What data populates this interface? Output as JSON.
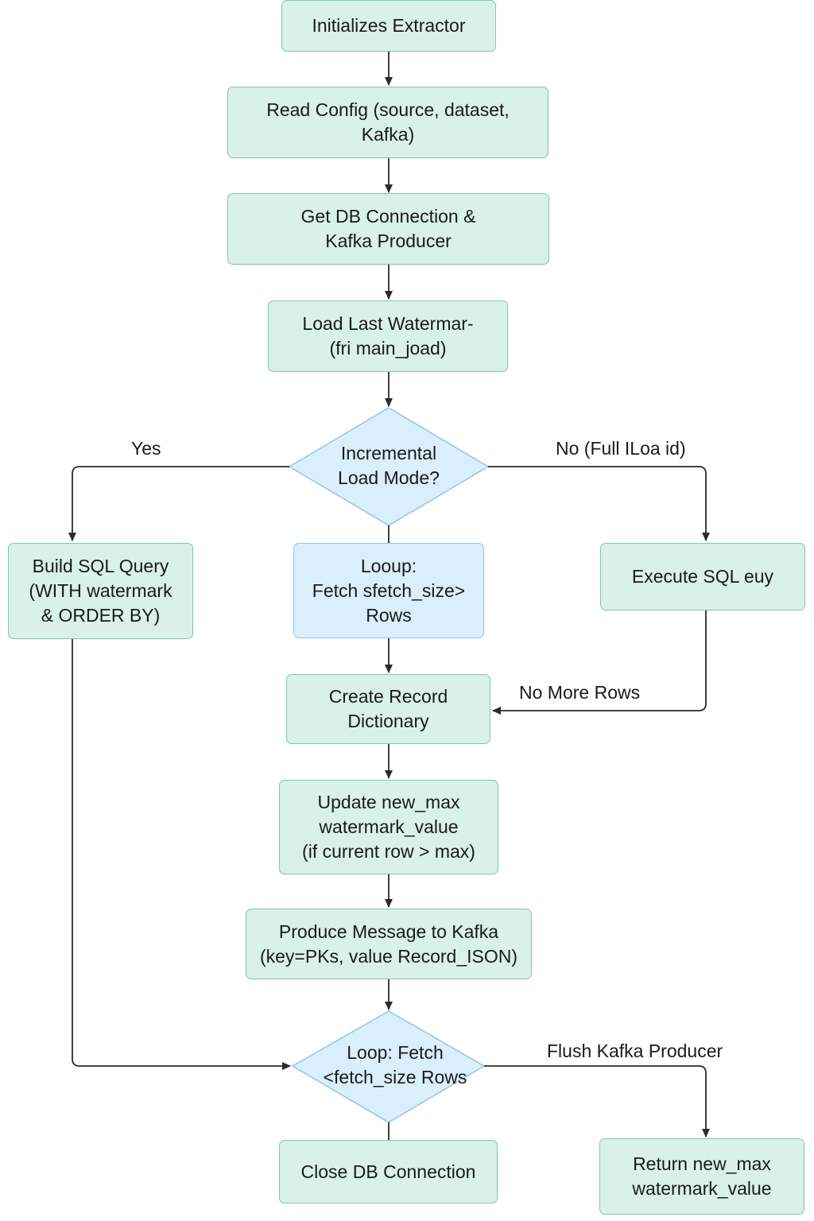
{
  "nodes": {
    "init": [
      "Initializes Extractor"
    ],
    "read_config": [
      "Read Config (source, dataset,",
      "Kafka)"
    ],
    "get_conn": [
      "Get DB Connection &",
      "Kafka Producer"
    ],
    "load_watermark": [
      "Load Last Watermar-",
      "(fri main_joad)"
    ],
    "incremental": [
      "Incremental",
      "Load Mode?"
    ],
    "build_sql": [
      "Build SQL Query",
      "(WITH watermark",
      "& ORDER BY)"
    ],
    "fetch_loop": [
      "Looup:",
      "Fetch sfetch_size>",
      "Rows"
    ],
    "execute_sql": [
      "Execute SQL euy"
    ],
    "create_record": [
      "Create Record",
      "Dictionary"
    ],
    "update_max": [
      "Update new_max",
      "watermark_value",
      "(if current row > max)"
    ],
    "produce": [
      "Produce Message to Kafka",
      "(key=PKs, value Record_ISON)"
    ],
    "loop_fetch": [
      "Loop: Fetch",
      "<fetch_size Rows"
    ],
    "close_db": [
      "Close DB Connection"
    ],
    "return_max": [
      "Return new_max",
      "watermark_value"
    ]
  },
  "edge_labels": {
    "yes": "Yes",
    "no_full": "No (Full ILoa id)",
    "no_more_rows": "No More Rows",
    "flush": "Flush Kafka Producer"
  },
  "colors": {
    "process_fill": "#d9f1e8",
    "process_border": "#7cc9aa",
    "decision_fill": "#dbeefb",
    "decision_border": "#8ec6e6",
    "arrow": "#2b2b2b"
  }
}
